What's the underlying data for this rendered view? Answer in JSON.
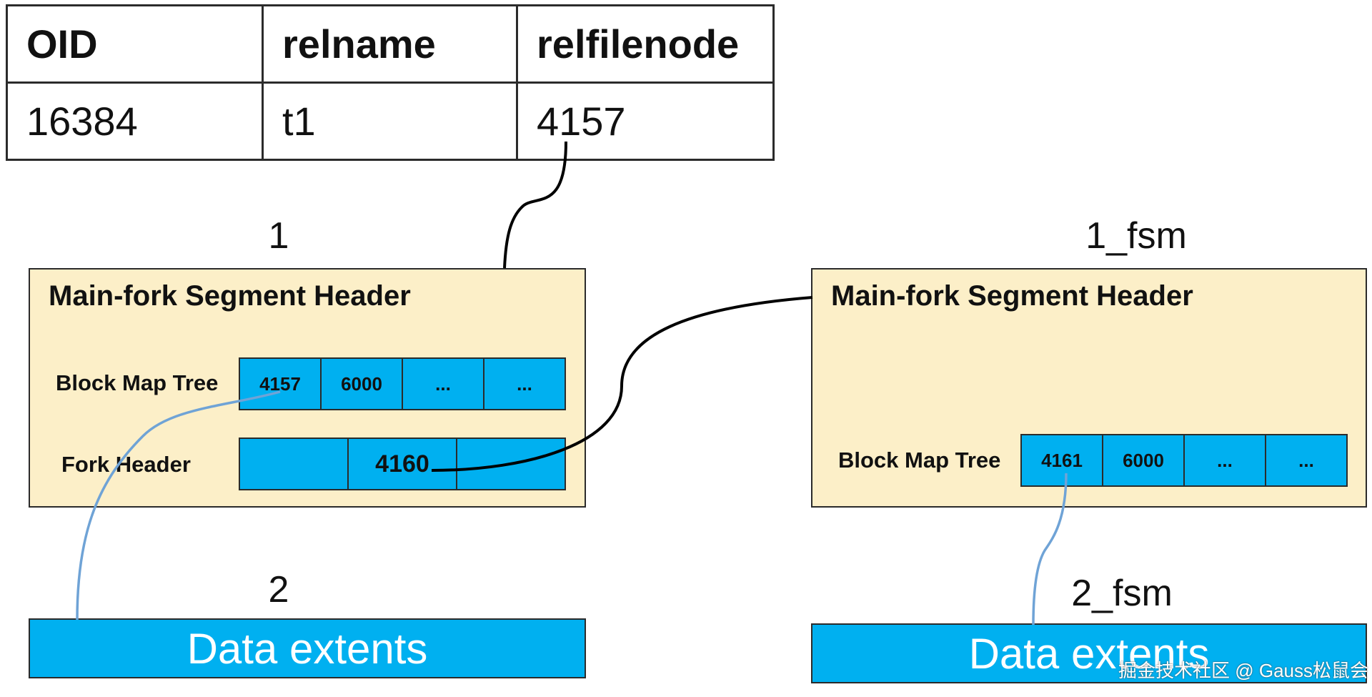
{
  "table": {
    "headers": [
      "OID",
      "relname",
      "relfilenode"
    ],
    "row": [
      "16384",
      "t1",
      "4157"
    ]
  },
  "left": {
    "label": "1",
    "header_title": "Main-fork Segment Header",
    "block_map_label": "Block Map Tree",
    "block_map_cells": [
      "4157",
      "6000",
      "...",
      "..."
    ],
    "fork_header_label": "Fork Header",
    "fork_header_cells": [
      "",
      "4160",
      ""
    ],
    "extent_label": "2",
    "extent_text": "Data extents"
  },
  "right": {
    "label": "1_fsm",
    "header_title": "Main-fork Segment Header",
    "block_map_label": "Block Map Tree",
    "block_map_cells": [
      "4161",
      "6000",
      "...",
      "..."
    ],
    "extent_label": "2_fsm",
    "extent_text": "Data extents"
  },
  "colors": {
    "header_fill": "#fcefc8",
    "cell_fill": "#00b0f0",
    "link_black": "#000000",
    "link_blue": "#6fa3d6"
  },
  "watermark": "掘金技术社区 @ Gauss松鼠会"
}
